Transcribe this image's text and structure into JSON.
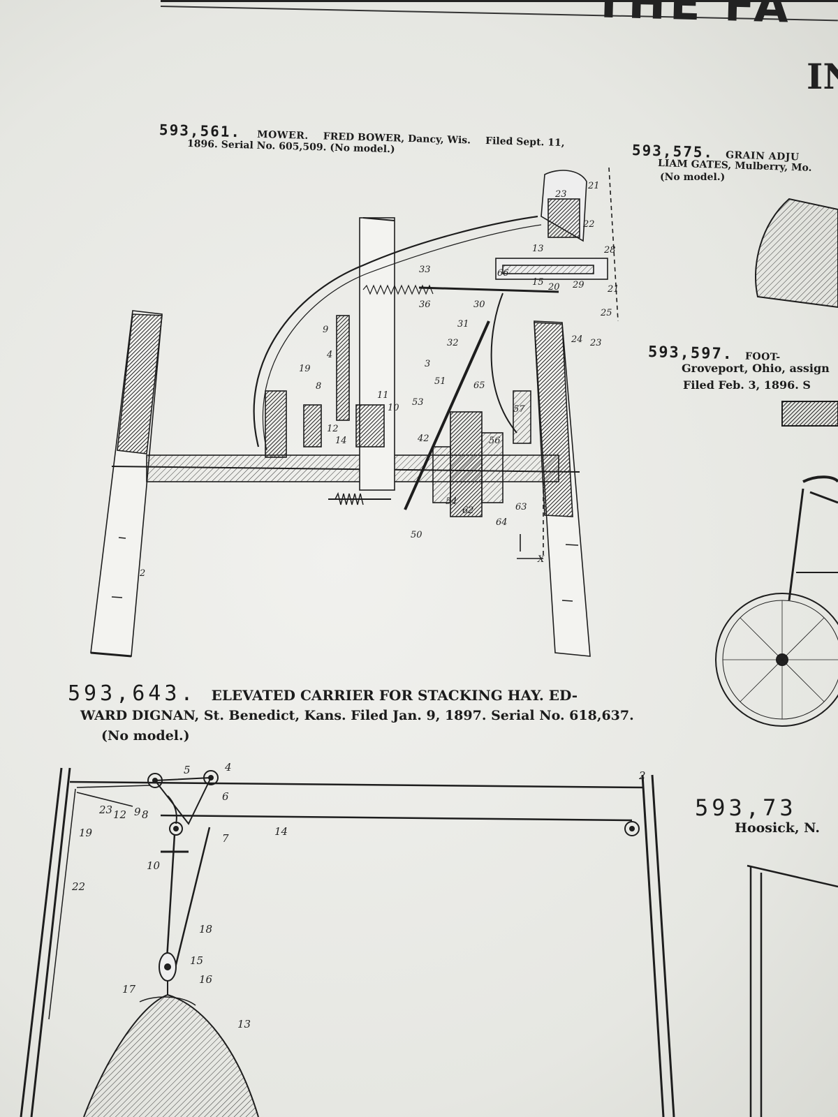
{
  "masthead": {
    "text": "THE FA",
    "section_heading": "IN"
  },
  "patents": [
    {
      "number": "593,561.",
      "title": "MOWER.",
      "inventor": "FRED BOWER, Dancy, Wis.",
      "filed": "Filed Sept. 11,",
      "line2": "1896.  Serial No. 605,509.  (No model.)"
    },
    {
      "number": "593,575.",
      "title": "GRAIN ADJU",
      "line2": "LIAM GATES, Mulberry, Mo.",
      "line3": "(No model.)"
    },
    {
      "number": "593,597.",
      "title": "FOOT-",
      "line2": "Groveport, Ohio, assign",
      "line3": "Filed Feb. 3, 1896.  S"
    },
    {
      "number": "593,643.",
      "title": "ELEVATED CARRIER FOR STACKING HAY.  ED-",
      "line2": "WARD DIGNAN, St. Benedict, Kans.  Filed Jan. 9, 1897.  Serial No. 618,637.",
      "line3": "(No model.)"
    },
    {
      "number": "593,73",
      "line2": "Hoosick, N."
    }
  ],
  "mower_labels": [
    "23",
    "21",
    "22",
    "13",
    "33",
    "66",
    "15",
    "20",
    "29",
    "28",
    "21",
    "25",
    "36",
    "30",
    "31",
    "23",
    "24",
    "9",
    "32",
    "3",
    "51",
    "65",
    "19",
    "8",
    "4",
    "11",
    "10",
    "53",
    "12",
    "14",
    "42",
    "54",
    "62",
    "64",
    "63",
    "57",
    "56",
    "50",
    "2",
    "X"
  ],
  "carrier_labels": [
    "5",
    "4",
    "2",
    "6",
    "23",
    "12",
    "9",
    "8",
    "19",
    "7",
    "14",
    "10",
    "22",
    "18",
    "15",
    "16",
    "17",
    "13"
  ]
}
